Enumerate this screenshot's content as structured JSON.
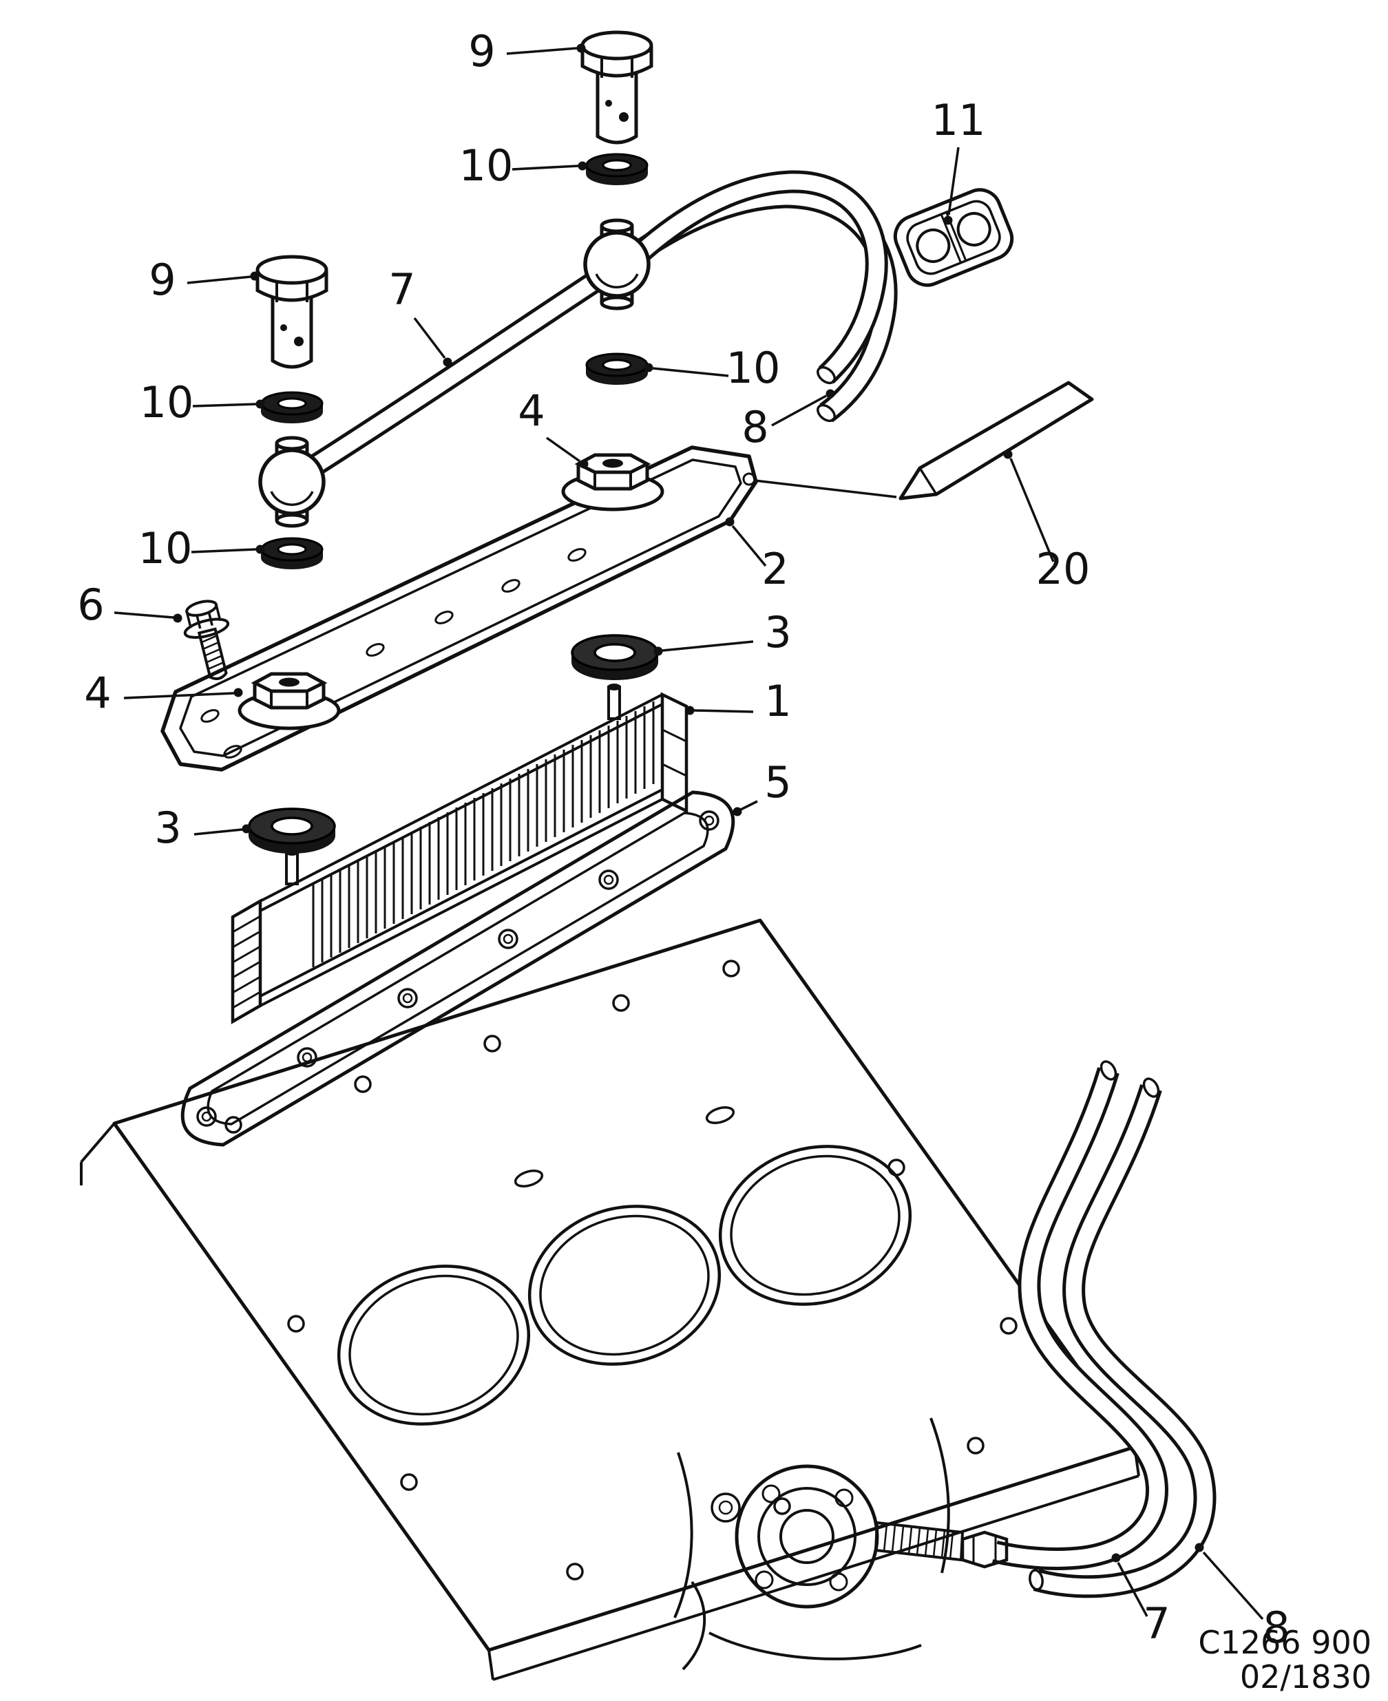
{
  "diagram": {
    "type": "exploded-parts-diagram",
    "callouts": [
      {
        "ref": "9"
      },
      {
        "ref": "10"
      },
      {
        "ref": "11"
      },
      {
        "ref": "9"
      },
      {
        "ref": "7"
      },
      {
        "ref": "10"
      },
      {
        "ref": "10"
      },
      {
        "ref": "8"
      },
      {
        "ref": "4"
      },
      {
        "ref": "2"
      },
      {
        "ref": "20"
      },
      {
        "ref": "10"
      },
      {
        "ref": "6"
      },
      {
        "ref": "4"
      },
      {
        "ref": "3"
      },
      {
        "ref": "1"
      },
      {
        "ref": "5"
      },
      {
        "ref": "3"
      },
      {
        "ref": "7"
      },
      {
        "ref": "8"
      }
    ],
    "footer": {
      "drawing_code": "C1266 900",
      "sheet": "02/1830"
    }
  }
}
